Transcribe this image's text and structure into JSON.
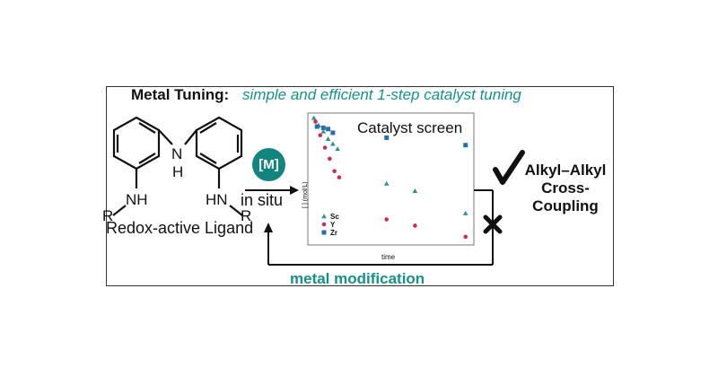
{
  "title": {
    "bold": "Metal Tuning:",
    "rest": "simple and efficient 1-step catalyst tuning"
  },
  "ligand": {
    "caption": "Redox-active Ligand",
    "atoms": {
      "n_top": "N",
      "h_top": "H",
      "nh_left": "NH",
      "r_left": "R",
      "hn_right": "HN",
      "r_right": "R"
    }
  },
  "metal_badge": "[M]",
  "in_situ": "in situ",
  "product": {
    "line1": "Alkyl–Alkyl",
    "line2": "Cross-",
    "line3": "Coupling"
  },
  "metal_modification": "metal modification",
  "colors": {
    "teal": "#1a8f8a",
    "badge": "#14847f",
    "sc": "#2f8f95",
    "y": "#c0305a",
    "zr": "#2a6ea8"
  },
  "icons": {
    "success": "check-icon",
    "fail": "cross-icon"
  },
  "chart_data": {
    "type": "scatter",
    "title": "Catalyst screen",
    "xlabel": "time",
    "ylabel": "[ ] (mol/L)",
    "xlim": [
      0,
      100
    ],
    "ylim": [
      0,
      100
    ],
    "series": [
      {
        "name": "Sc",
        "marker": "triangle",
        "color": "#2f8f95",
        "x": [
          1,
          4,
          7,
          10,
          13,
          16,
          47,
          65,
          97
        ],
        "y": [
          99,
          93,
          88,
          82,
          78,
          74,
          46,
          40,
          22
        ]
      },
      {
        "name": "Y",
        "marker": "circle",
        "color": "#c0305a",
        "x": [
          2,
          5,
          8,
          11,
          14,
          17,
          47,
          65,
          97
        ],
        "y": [
          96,
          85,
          75,
          66,
          56,
          51,
          17,
          12,
          3
        ]
      },
      {
        "name": "Zr",
        "marker": "square",
        "color": "#2a6ea8",
        "x": [
          3,
          7,
          10,
          13,
          47,
          97
        ],
        "y": [
          92,
          91,
          90,
          87,
          83,
          77
        ]
      }
    ]
  }
}
